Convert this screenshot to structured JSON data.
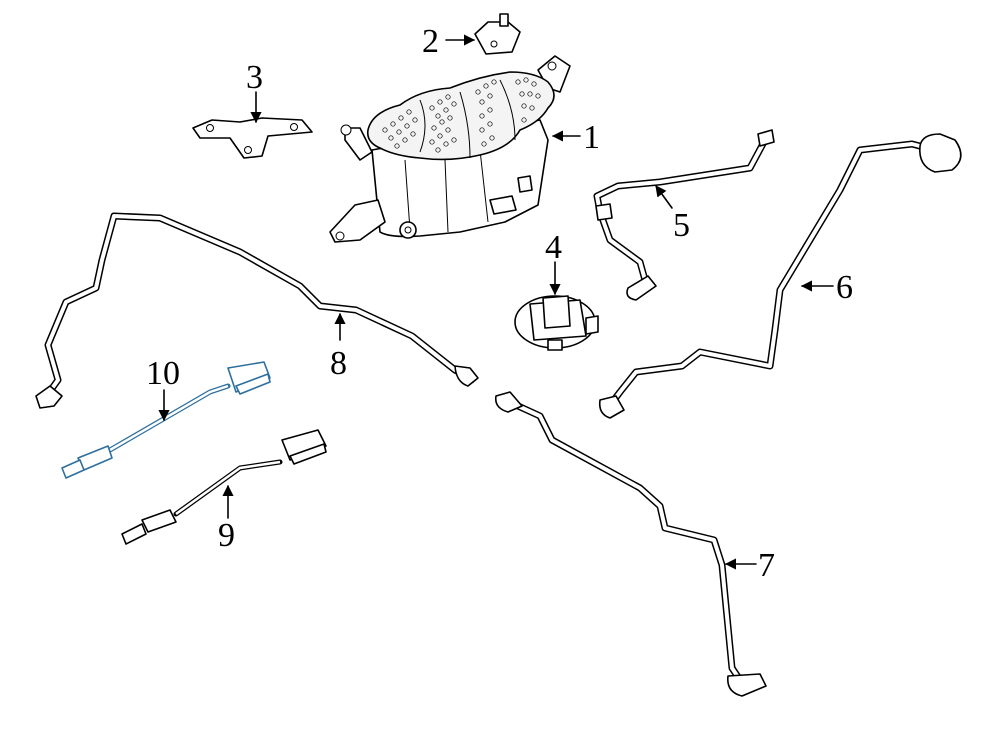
{
  "highlight_color": "#2e6f9e",
  "callouts": [
    {
      "id": "1",
      "label": "1"
    },
    {
      "id": "2",
      "label": "2"
    },
    {
      "id": "3",
      "label": "3"
    },
    {
      "id": "4",
      "label": "4"
    },
    {
      "id": "5",
      "label": "5"
    },
    {
      "id": "6",
      "label": "6"
    },
    {
      "id": "7",
      "label": "7"
    },
    {
      "id": "8",
      "label": "8"
    },
    {
      "id": "9",
      "label": "9"
    },
    {
      "id": "10",
      "label": "10"
    }
  ]
}
